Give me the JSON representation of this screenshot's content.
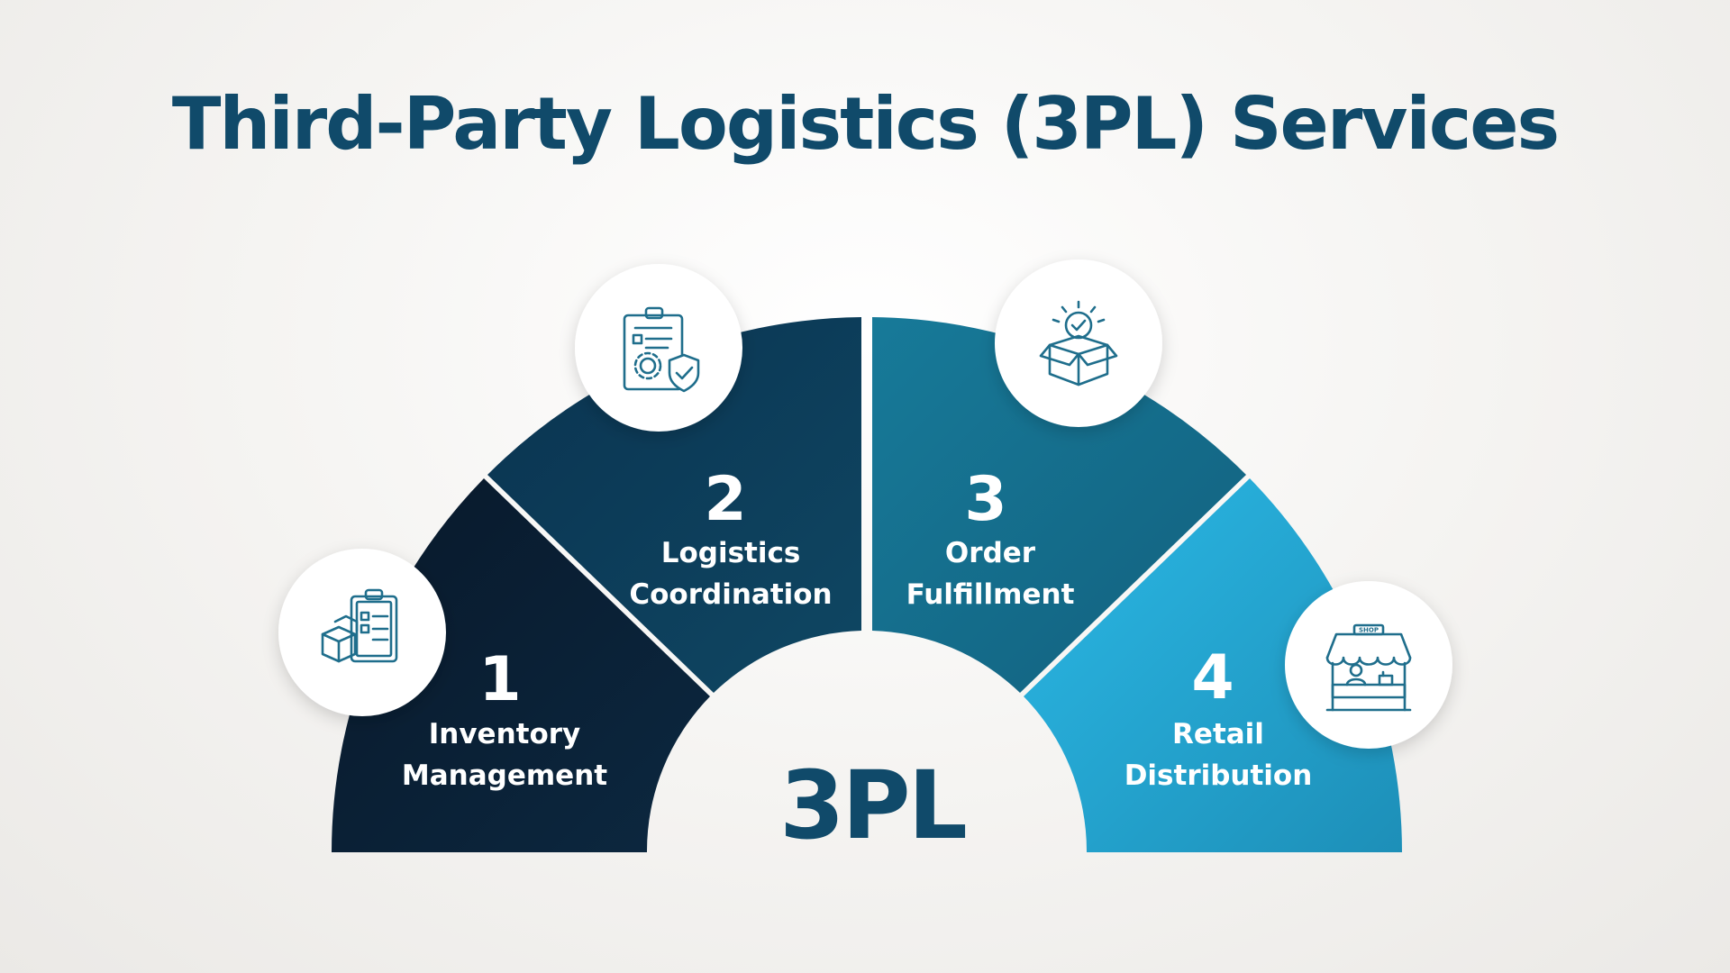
{
  "title": "Third-Party Logistics (3PL) Services",
  "center": {
    "label": "3PL"
  },
  "segments": [
    {
      "number": "1",
      "label_line1": "Inventory",
      "label_line2": "Management",
      "icon": "clipboard-boxes-icon",
      "color_start": "#08182a",
      "color_end": "#0c2840"
    },
    {
      "number": "2",
      "label_line1": "Logistics",
      "label_line2": "Coordination",
      "icon": "clipboard-gear-shield-icon",
      "color_start": "#0a3350",
      "color_end": "#0f4763"
    },
    {
      "number": "3",
      "label_line1": "Order",
      "label_line2": "Fulfillment",
      "icon": "open-box-check-icon",
      "color_start": "#177a99",
      "color_end": "#12607e"
    },
    {
      "number": "4",
      "label_line1": "Retail",
      "label_line2": "Distribution",
      "icon": "shop-stall-icon",
      "color_start": "#2bb9e6",
      "color_end": "#1d8fb8"
    }
  ],
  "icon_labels": {
    "shop_sign": "SHOP"
  },
  "colors": {
    "title": "#104a6a",
    "icon_stroke": "#1f6e8c",
    "circle_fill": "#ffffff"
  }
}
